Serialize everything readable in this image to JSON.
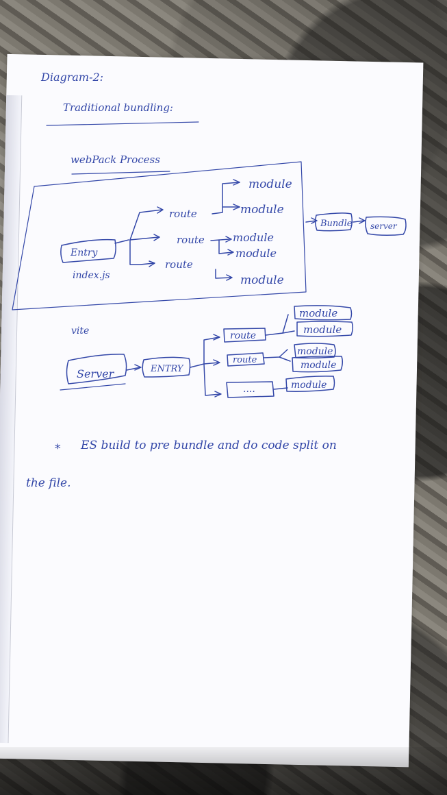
{
  "heading": {
    "diagram_label": "Diagram-2:",
    "section_title": "Traditional bundling:",
    "webpack_title": "webPack Process"
  },
  "webpack": {
    "entry_label": "Entry",
    "entry_file": "index.js",
    "route_1": "route",
    "route_2": "route",
    "route_3": "route",
    "module_1": "module",
    "module_2": "module",
    "module_3": "module",
    "module_4": "module",
    "module_5": "module",
    "bundle": "Bundle",
    "server": "server"
  },
  "vite": {
    "title": "vite",
    "server": "Server",
    "entry": "ENTRY",
    "route_1": "route",
    "route_2": "route",
    "route_3": "....",
    "module_1": "module",
    "module_2": "module",
    "module_3": "module",
    "module_4": "module",
    "module_5": "module"
  },
  "note": {
    "star": "*",
    "line_1": "ES build to pre bundle and do code split on",
    "line_2": "the file."
  }
}
